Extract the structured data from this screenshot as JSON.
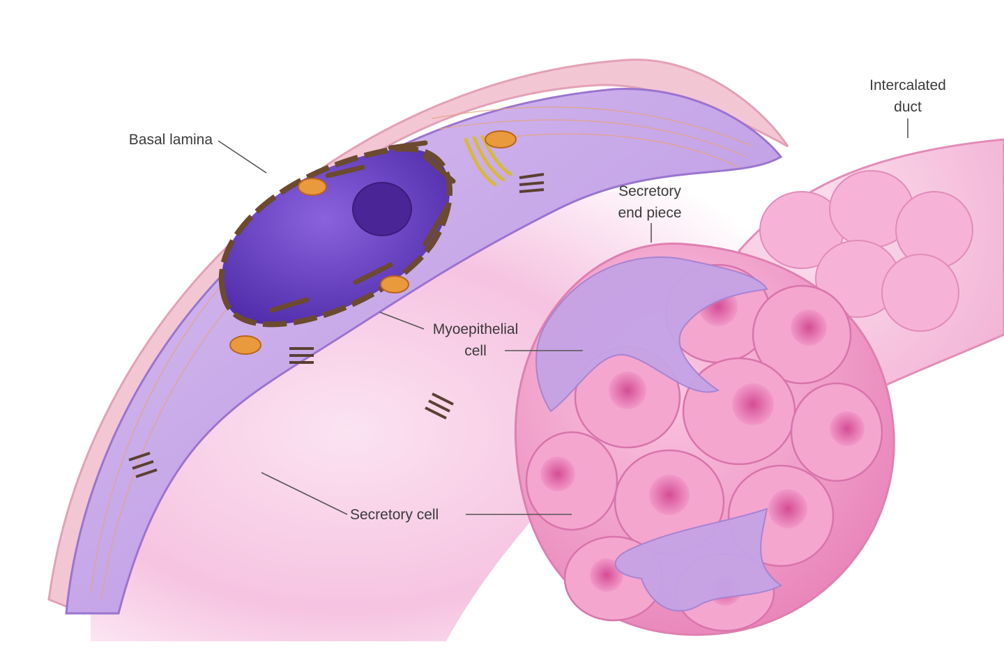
{
  "labels": {
    "basal_lamina": "Basal lamina",
    "intercalated_duct_1": "Intercalated",
    "intercalated_duct_2": "duct",
    "secretory_end_piece_1": "Secretory",
    "secretory_end_piece_2": "end piece",
    "myoepithelial_cell_1": "Myoepithelial",
    "myoepithelial_cell_2": "cell",
    "secretory_cell": "Secretory cell"
  },
  "colors": {
    "secretory_cytoplasm": "#f2b6d8",
    "myoepithelial_cytoplasm": "#c9a6e6",
    "nucleus": "#6a3fc7",
    "basal_lamina": "#e9a6b8",
    "acinar_cell": "#ef8fc0",
    "acinar_nucleus": "#d9579c",
    "mitochondria": "#e89a3c",
    "rough_er": "#6b4a2f"
  }
}
